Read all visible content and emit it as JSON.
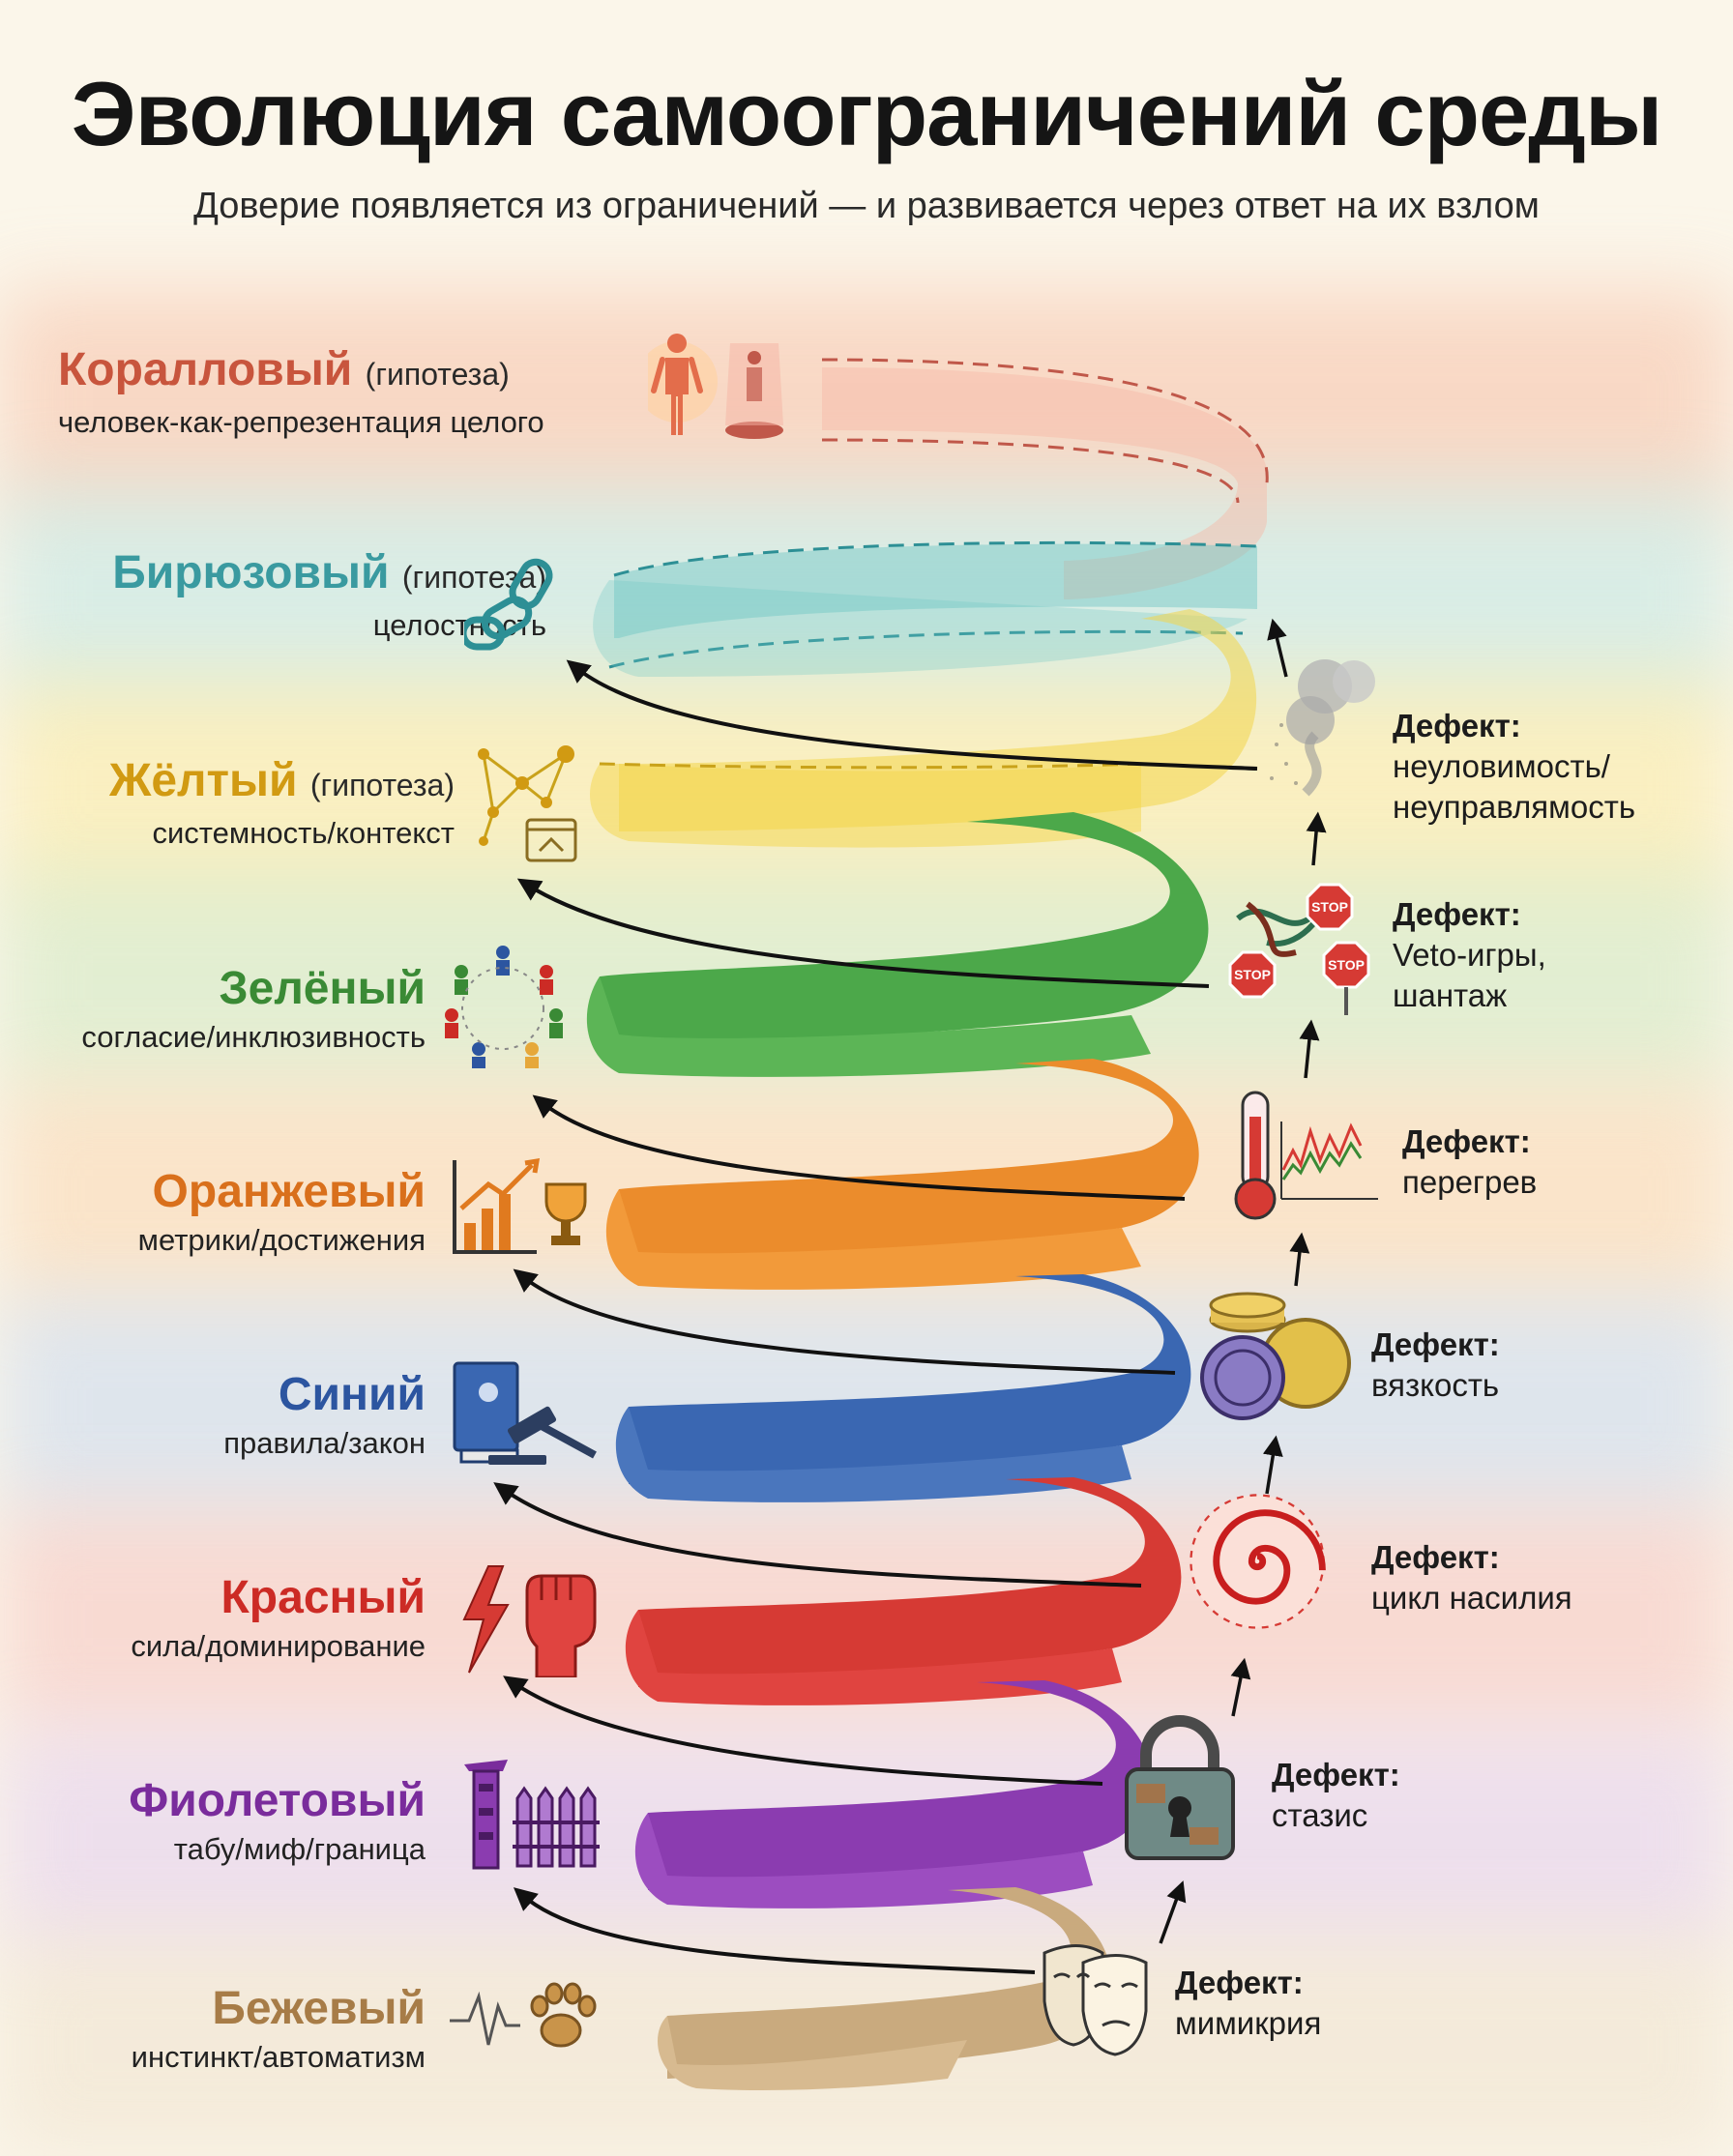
{
  "title": "Эволюция самоограничений среды",
  "subtitle": "Доверие появляется из ограничений — и развивается через ответ на их взлом",
  "levels": [
    {
      "name": "Коралловый",
      "note": "(гипотеза)",
      "desc": "человек-как-репрезентация целого",
      "color": "#c8553d",
      "icon": "human-figure-icon"
    },
    {
      "name": "Бирюзовый",
      "note": "(гипотеза)",
      "desc": "целостность",
      "color": "#3a9aa0",
      "icon": "chain-link-icon"
    },
    {
      "name": "Жёлтый",
      "note": "(гипотеза)",
      "desc": "системность/контекст",
      "color": "#d19a12",
      "icon": "network-icon"
    },
    {
      "name": "Зелёный",
      "note": "",
      "desc": "согласие/инклюзивность",
      "color": "#3a8a35",
      "icon": "people-circle-icon"
    },
    {
      "name": "Оранжевый",
      "note": "",
      "desc": "метрики/достижения",
      "color": "#d9701c",
      "icon": "growth-chart-trophy-icon"
    },
    {
      "name": "Синий",
      "note": "",
      "desc": "правила/закон",
      "color": "#2c55a0",
      "icon": "law-book-gavel-icon"
    },
    {
      "name": "Красный",
      "note": "",
      "desc": "сила/доминирование",
      "color": "#cc2b25",
      "icon": "lightning-fist-icon"
    },
    {
      "name": "Фиолетовый",
      "note": "",
      "desc": "табу/миф/граница",
      "color": "#7a2c9c",
      "icon": "totem-fence-icon"
    },
    {
      "name": "Бежевый",
      "note": "",
      "desc": "инстинкт/автоматизм",
      "color": "#a77c47",
      "icon": "heartbeat-paw-icon"
    }
  ],
  "defects": [
    {
      "label": "Дефект:",
      "text": [
        "мимикрия"
      ],
      "icon": "masks-icon"
    },
    {
      "label": "Дефект:",
      "text": [
        "стазис"
      ],
      "icon": "rusty-padlock-icon"
    },
    {
      "label": "Дефект:",
      "text": [
        "цикл насилия"
      ],
      "icon": "spiral-vortex-icon"
    },
    {
      "label": "Дефект:",
      "text": [
        "вязкость"
      ],
      "icon": "seal-stamps-icon"
    },
    {
      "label": "Дефект:",
      "text": [
        "перегрев"
      ],
      "icon": "thermometer-chart-icon"
    },
    {
      "label": "Дефект:",
      "text": [
        "Veto-игры,",
        "шантаж"
      ],
      "icon": "stop-signs-knot-icon"
    },
    {
      "label": "Дефект:",
      "text": [
        "неуловимость/",
        "неуправлямость"
      ],
      "icon": "smoke-cloud-icon"
    }
  ],
  "stamp_texts": [
    "STOP",
    "STOP",
    "STOP"
  ]
}
